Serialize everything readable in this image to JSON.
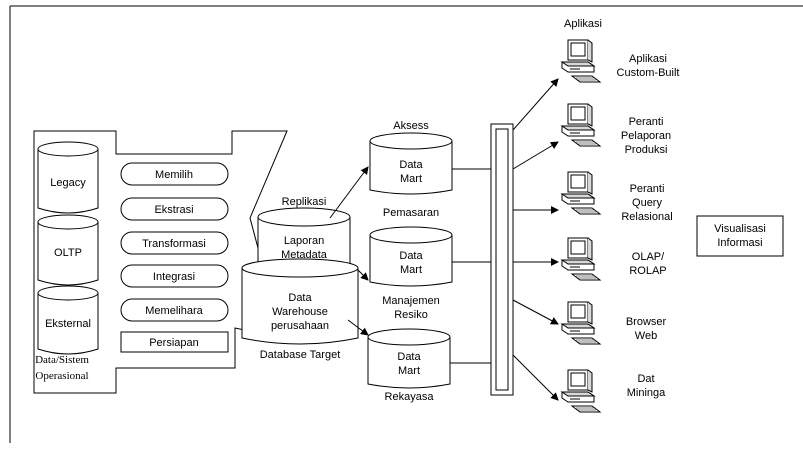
{
  "source_panel": {
    "title_line1": "Data/Sistem",
    "title_line2": "Operasional",
    "sources": [
      "Legacy",
      "OLTP",
      "Eksternal"
    ],
    "processes": [
      "Memilih",
      "Ekstrasi",
      "Transformasi",
      "Integrasi",
      "Memelihara"
    ],
    "prep_label": "Persiapan"
  },
  "warehouse": {
    "replication_label": "Replikasi",
    "metadata_line1": "Laporan",
    "metadata_line2": "Metadata",
    "dw_line1": "Data",
    "dw_line2": "Warehouse",
    "dw_line3": "perusahaan",
    "target_label": "Database Target"
  },
  "access_label": "Aksess",
  "marts": [
    {
      "line1": "Data",
      "line2": "Mart",
      "caption1": "Pemasaran",
      "caption2": ""
    },
    {
      "line1": "Data",
      "line2": "Mart",
      "caption1": "Manajemen",
      "caption2": "Resiko"
    },
    {
      "line1": "Data",
      "line2": "Mart",
      "caption1": "Rekayasa",
      "caption2": ""
    }
  ],
  "apps_header": "Aplikasi",
  "apps": [
    {
      "line1": "Aplikasi",
      "line2": "Custom-Built",
      "line3": ""
    },
    {
      "line1": "Peranti",
      "line2": "Pelaporan",
      "line3": "Produksi"
    },
    {
      "line1": "Peranti",
      "line2": "Query",
      "line3": "Relasional"
    },
    {
      "line1": "OLAP/",
      "line2": "ROLAP",
      "line3": ""
    },
    {
      "line1": "Browser",
      "line2": "Web",
      "line3": ""
    },
    {
      "line1": "Dat",
      "line2": "Mininga",
      "line3": ""
    }
  ],
  "visualization": {
    "line1": "Visualisasi",
    "line2": "Informasi"
  }
}
